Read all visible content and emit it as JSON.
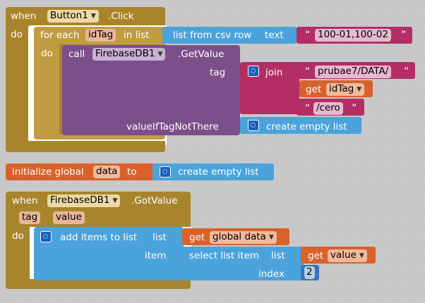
{
  "colors": {
    "control": "#a8852c",
    "control_light": "#c09c41",
    "procedure": "#7b4f8a",
    "list": "#4aa3db",
    "text": "#b52d65",
    "variable": "#d9612b",
    "math": "#3b73b9"
  },
  "button_click": {
    "when": "when",
    "component": "Button1",
    "event": ".Click",
    "do": "do",
    "foreach": "for each",
    "loop_var": "idTag",
    "in_list": "in list",
    "list_from_csv": "list from csv row",
    "text_label": "text",
    "csv_text": "100-01,100-02",
    "do2": "do",
    "call": "call",
    "db_component": "FirebaseDB1",
    "method": ".GetValue",
    "tag_label": "tag",
    "join": "join",
    "join_text1": "prubae7/DATA/",
    "get": "get",
    "get_var": "idTag",
    "join_text2": "/cero",
    "value_if_label": "valueIfTagNotThere",
    "create_empty": "create empty list"
  },
  "init_global": {
    "label": "initialize global",
    "var_name": "data",
    "to": "to",
    "create_empty": "create empty list"
  },
  "got_value": {
    "when": "when",
    "component": "FirebaseDB1",
    "event": ".GotValue",
    "param1": "tag",
    "param2": "value",
    "do": "do",
    "add_items": "add items to list",
    "list_label": "list",
    "get": "get",
    "get_global": "global data",
    "item_label": "item",
    "select_item": "select list item",
    "select_list": "list",
    "get2": "get",
    "get_value": "value",
    "index_label": "index",
    "index_value": "2"
  }
}
